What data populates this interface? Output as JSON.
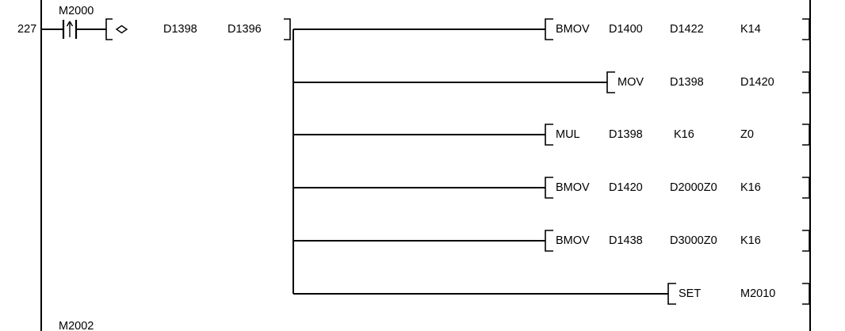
{
  "diagram": {
    "type": "ladder-logic",
    "step_number": "227",
    "rung_input": {
      "contact": {
        "name": "M2000",
        "kind": "rising-edge-contact",
        "symbol": "|^|"
      },
      "compare": {
        "operator": "<>",
        "operand1": "D1398",
        "operand2": "D1396"
      }
    },
    "branches": [
      {
        "instruction": "BMOV",
        "operands": [
          "D1400",
          "D1422",
          "K14"
        ]
      },
      {
        "instruction": "MOV",
        "operands": [
          "D1398",
          "D1420"
        ]
      },
      {
        "instruction": "MUL",
        "operands": [
          "D1398",
          "K16",
          "Z0"
        ]
      },
      {
        "instruction": "BMOV",
        "operands": [
          "D1420",
          "D2000Z0",
          "K16"
        ]
      },
      {
        "instruction": "BMOV",
        "operands": [
          "D1438",
          "D3000Z0",
          "K16"
        ]
      },
      {
        "instruction": "SET",
        "operands": [
          "M2010"
        ]
      }
    ],
    "next_rung_label": "M2002",
    "colors": {
      "line": "#000000",
      "text": "#000000",
      "background": "#ffffff"
    }
  }
}
